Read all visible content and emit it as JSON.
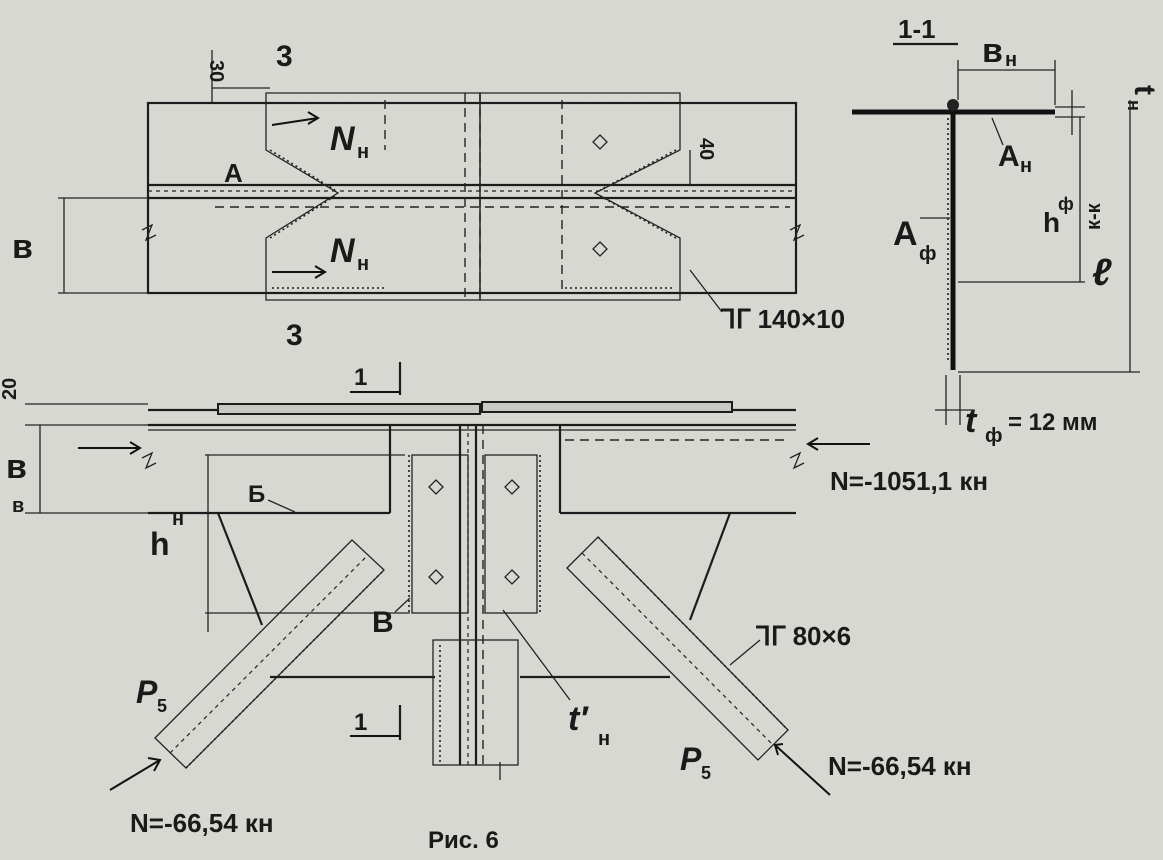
{
  "figure": {
    "caption": "Рис. 6"
  },
  "plan_view": {
    "dim_top": "30",
    "dim_right": "40",
    "weld_mark": "3",
    "force_label": "N",
    "force_subscript": "н",
    "point_label": "A",
    "width_label": "в",
    "profile_label": "ᒣᒥ 140×10"
  },
  "section_view": {
    "title": "1-1",
    "flange_width": "в",
    "flange_width_sub": "н",
    "flange_thickness": "t",
    "flange_thickness_sub": "н",
    "flange_area": "А",
    "flange_area_sub": "н",
    "web_area": "А",
    "web_area_sub": "ф",
    "web_height": "h",
    "web_height_sub": "ф",
    "length": "ℓ",
    "length_sub": "к-к",
    "web_thickness": "t",
    "web_thickness_sub": "ф",
    "web_thickness_value": "= 12 мм"
  },
  "elevation_view": {
    "dim_top": "20",
    "section_mark": "1",
    "chord_height": "в",
    "chord_height_sub": "в",
    "gusset_height": "h",
    "gusset_height_sub": "н",
    "weld_label_b": "Б",
    "weld_label_v": "В",
    "chord_force": "N=-1051,1 кн",
    "brace_profile": "ᒣᒥ 80×6",
    "brace_label": "P",
    "brace_label_sub": "5",
    "brace_force_right": "N=-66,54 кн",
    "brace_force_left": "N=-66,54 кн",
    "plate_thickness": "t′",
    "plate_thickness_sub": "н"
  }
}
